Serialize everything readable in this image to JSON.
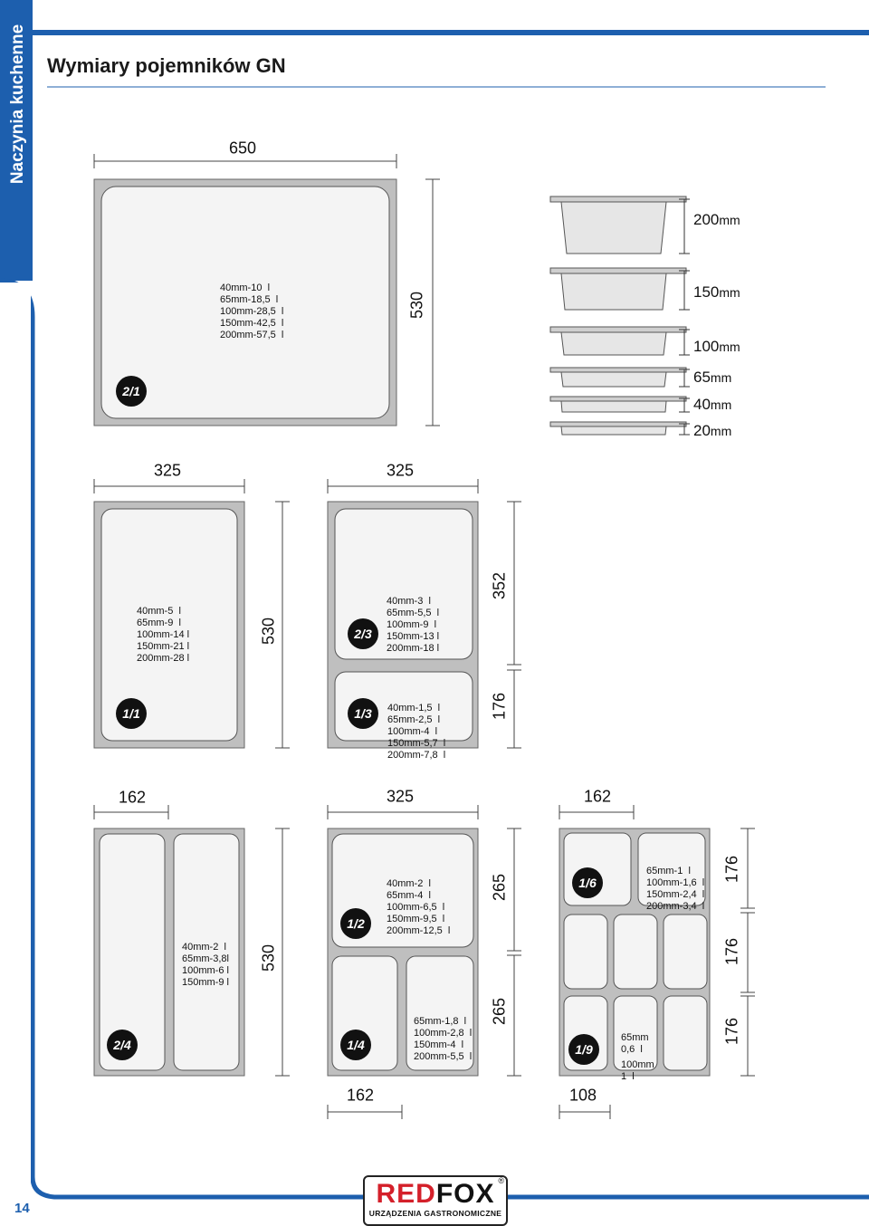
{
  "side_tab": "Naczynia kuchenne",
  "title": "Wymiary pojemników GN",
  "page_number": "14",
  "brand": {
    "name_red": "RED",
    "name_black": "FOX",
    "tagline": "URZĄDZENIA GASTRONOMICZNE",
    "registered": "®"
  },
  "colors": {
    "accent": "#1d5fae",
    "pan_fill": "#bfbfbf",
    "pan_inner": "#f4f4f4"
  },
  "dims": {
    "d650": "650",
    "d530a": "530",
    "d325a": "325",
    "d325b": "325",
    "d530b": "530",
    "d352": "352",
    "d176a": "176",
    "d162a": "162",
    "d325c": "325",
    "d162b": "162",
    "d530c": "530",
    "d265a": "265",
    "d265b": "265",
    "d176b": "176",
    "d176c": "176",
    "d176d": "176",
    "d162c": "162",
    "d108": "108"
  },
  "badges": {
    "b21": "2/1",
    "b11": "1/1",
    "b23": "2/3",
    "b13": "1/3",
    "b24": "2/4",
    "b12": "1/2",
    "b14": "1/4",
    "b16": "1/6",
    "b19": "1/9"
  },
  "capacities": {
    "gn21": [
      "40mm-10  l",
      "65mm-18,5  l",
      "100mm-28,5  l",
      "150mm-42,5  l",
      "200mm-57,5  l"
    ],
    "gn11": [
      "40mm-5  l",
      "65mm-9  l",
      "100mm-14 l",
      "150mm-21 l",
      "200mm-28 l"
    ],
    "gn23": [
      "40mm-3  l",
      "65mm-5,5  l",
      "100mm-9  l",
      "150mm-13 l",
      "200mm-18 l"
    ],
    "gn13": [
      "40mm-1,5  l",
      "65mm-2,5  l",
      "100mm-4  l",
      "150mm-5,7  l",
      "200mm-7,8  l"
    ],
    "gn24": [
      "40mm-2  l",
      "65mm-3,8l",
      "100mm-6 l",
      "150mm-9 l"
    ],
    "gn12": [
      "40mm-2  l",
      "65mm-4  l",
      "100mm-6,5  l",
      "150mm-9,5  l",
      "200mm-12,5  l"
    ],
    "gn14": [
      "65mm-1,8  l",
      "100mm-2,8  l",
      "150mm-4  l",
      "200mm-5,5  l"
    ],
    "gn16": [
      "65mm-1  l",
      "100mm-1,6  l",
      "150mm-2,4  l",
      "200mm-3,4  l"
    ],
    "gn19": [
      "65mm",
      "0,6  l",
      "",
      "100mm",
      "1  l"
    ]
  },
  "heights": [
    {
      "value": "200",
      "unit": "mm"
    },
    {
      "value": "150",
      "unit": "mm"
    },
    {
      "value": "100",
      "unit": "mm"
    },
    {
      "value": "65",
      "unit": "mm"
    },
    {
      "value": "40",
      "unit": "mm"
    },
    {
      "value": "20",
      "unit": "mm"
    }
  ]
}
